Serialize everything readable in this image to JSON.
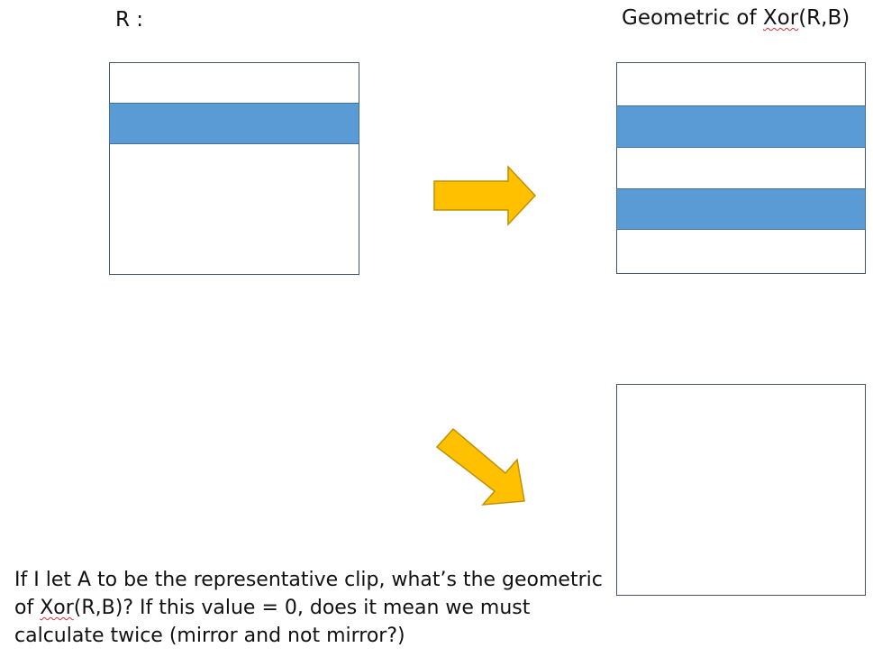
{
  "labels": {
    "r_prefix": "R :",
    "geo_prefix": "Geometric of ",
    "geo_term": "Xor",
    "geo_suffix": "(R,B)"
  },
  "question": {
    "part1": "If I let A to be the representative clip, what’s the geometric of ",
    "term": "Xor",
    "part2": "(R,B)? If this value = 0, does it mean we must calculate twice (mirror and not mirror?)"
  },
  "colors": {
    "band_fill": "#5b9bd5",
    "band_stroke": "#41719c",
    "arrow_fill": "#ffc000",
    "arrow_stroke": "#bf9000",
    "box_border": "#44546a"
  }
}
